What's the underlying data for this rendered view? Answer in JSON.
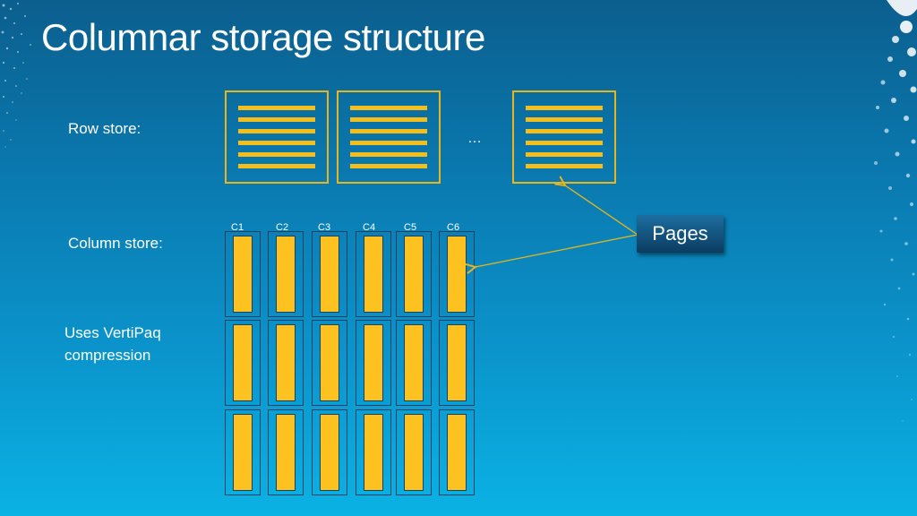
{
  "slide": {
    "title": "Columnar storage structure",
    "row_store_label": "Row store:",
    "column_store_label": "Column store:",
    "compression_line1": "Uses VertiPaq",
    "compression_line2": "compression",
    "ellipsis": "…",
    "pages_label": "Pages",
    "columns": [
      "C1",
      "C2",
      "C3",
      "C4",
      "C5",
      "C6"
    ],
    "row_page_count": 3,
    "column_group_rows": 3
  },
  "colors": {
    "background_top": "#0b5f8e",
    "background_bottom": "#0bb2e4",
    "accent_yellow": "#f4be1c",
    "box_border": "#1f3f5f",
    "text": "#ffffff"
  }
}
